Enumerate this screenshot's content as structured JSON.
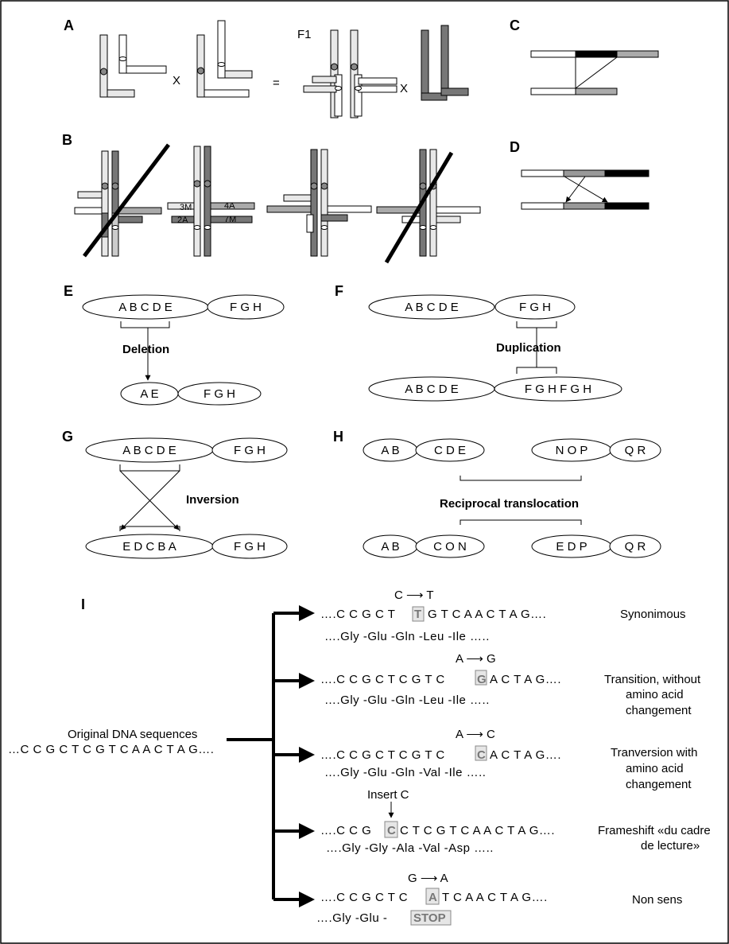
{
  "panels": {
    "A": "A",
    "B": "B",
    "C": "C",
    "D": "D",
    "E": "E",
    "F": "F",
    "G": "G",
    "H": "H",
    "I": "I"
  },
  "panel_A": {
    "cross_symbol_1": "X",
    "equals_symbol": "=",
    "f1_label": "F1",
    "cross_symbol_2": "X"
  },
  "panel_B": {
    "label_3M": "3M",
    "label_4A": "4A",
    "label_2A": "2A",
    "label_7M": "7M"
  },
  "panel_E": {
    "top_left": "A B C D E",
    "top_right": "F G H",
    "label": "Deletion",
    "bottom_left": "A E",
    "bottom_right": "F G H"
  },
  "panel_F": {
    "top_left": "A B C D E",
    "top_right": "F G H",
    "label": "Duplication",
    "bottom_left": "A B C D E",
    "bottom_right": "F G H F G H"
  },
  "panel_G": {
    "top_left": "A B C D E",
    "top_right": "F G H",
    "label": "Inversion",
    "bottom_left": "E D C B A",
    "bottom_right": "F G H"
  },
  "panel_H": {
    "top_1": "A B",
    "top_2": "C D E",
    "top_3": "N O P",
    "top_4": "Q R",
    "label": "Reciprocal translocation",
    "bottom_1": "A B",
    "bottom_2": "C O N",
    "bottom_3": "E D P",
    "bottom_4": "Q R"
  },
  "panel_I": {
    "original_label": "Original DNA sequences",
    "original_seq": "…C C G C T C G T C A A C T A G….",
    "rows": [
      {
        "change": "C ⟶ T",
        "seq_pre": "….C C G C T",
        "mut": "T",
        "seq_post": "G T C A A C T A G….",
        "aa_main": "….Gly -Glu -Gln -Leu -Ile …..",
        "note_1": "Synonimous",
        "note_2": "",
        "note_3": ""
      },
      {
        "change": "A ⟶ G",
        "seq_pre": "….C C G C T C G T C",
        "mut": "G",
        "seq_post": "A C T A G….",
        "aa_main": "….Gly -Glu -Gln -Leu -Ile …..",
        "note_1": "Transition, without",
        "note_2": "amino acid",
        "note_3": "changement"
      },
      {
        "change": "A ⟶ C",
        "seq_pre": "….C C G C T C G T C",
        "mut": "C",
        "seq_post": "A C T A G….",
        "aa_main": "….Gly -Glu -Gln -Val -Ile …..",
        "note_1": "Tranversion with",
        "note_2": "amino acid",
        "note_3": "changement"
      },
      {
        "change": "Insert C",
        "seq_pre": "….C C G",
        "mut": "C",
        "seq_post": "C T C G T C A A C T A G….",
        "aa_main": "….Gly -Gly -Ala -Val -Asp …..",
        "note_1": "Frameshift «du cadre",
        "note_2": "de lecture»",
        "note_3": ""
      },
      {
        "change": "G ⟶ A",
        "seq_pre": "….C C G C T C",
        "mut": "A",
        "seq_post": "T C A A C T A G….",
        "aa_main": "….Gly -Glu -",
        "aa_stop": "STOP",
        "note_1": "Non sens",
        "note_2": "",
        "note_3": ""
      }
    ]
  }
}
